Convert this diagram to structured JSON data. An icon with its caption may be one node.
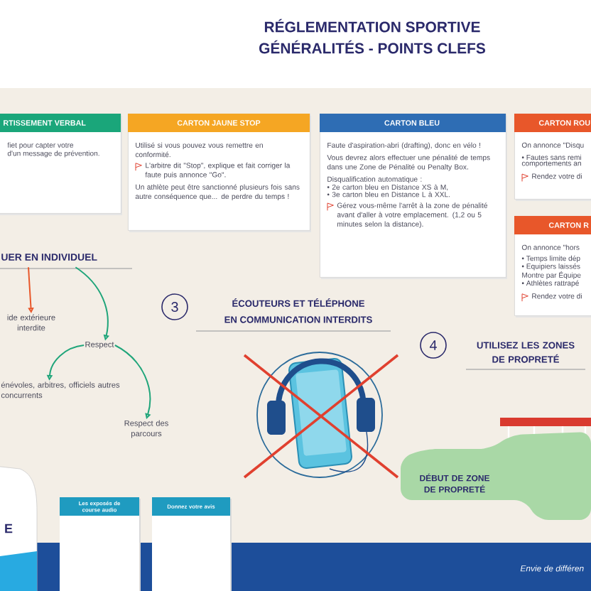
{
  "diagram": {
    "nodes": [
      {
        "text": [
          "RTISSEMENT VERBAL",
          "fiet pour capter votre",
          "d'un message de prévention."
        ]
      },
      {
        "text": [
          "CARTON JAUNE STOP",
          "Utilisé si vous pouvez vous remettre en conformité.",
          "L'arbitre dit \"Stop\", explique et fait corriger la faute puis annonce \"Go\".",
          "Un athlète peut être sanctionné plusieurs fois sans autre conséquence que... de perdre du temps !"
        ]
      },
      {
        "text": [
          "CARTON BLEU",
          "Faute d'aspiration-abri (drafting), donc en vélo !",
          "Vous devrez alors effectuer une pénalité de temps dans une Zone de Pénalité ou Penalty Box.",
          "Disqualification automatique :",
          "• 2e carton bleu en Distance XS à M,",
          "• 3e carton bleu en Distance L à XXL.",
          "Gérez vous-même l'arrêt à la zone de pénalité avant d'aller à votre emplacement. (1,2 ou 5 minutes selon la distance)."
        ]
      },
      {
        "text": [
          "CARTON ROU",
          "On annonce \"Disqu",
          "• Fautes sans remi",
          "comportements an",
          "Rendez votre di"
        ]
      },
      {
        "text": [
          "CARTON R",
          "On annonce \"hors",
          "• Temps limite dép",
          "• Equipiers laissés",
          "Montre par Équipe",
          "• Athlètes rattrapé",
          "Rendez votre di"
        ]
      },
      {
        "text": [
          "UER EN INDIVIDUEL"
        ]
      },
      {
        "text": [
          "ide extérieure interdite"
        ]
      },
      {
        "text": [
          "Respect"
        ]
      },
      {
        "text": [
          "énévoles, arbitres, officiels autres concurrents"
        ]
      },
      {
        "text": [
          "Respect des parcours"
        ]
      },
      {
        "text": [
          "DÉBUT DE ZONE DE PROPRETÉ"
        ]
      },
      {
        "text": [
          "Les exposés de course audio"
        ]
      },
      {
        "text": [
          "Donnez votre avis"
        ]
      }
    ],
    "edges": [
      {
        "from": 5,
        "to": 6,
        "arrow": "to",
        "color": "#e8572a"
      },
      {
        "from": 5,
        "to": 7,
        "arrow": "to"
      },
      {
        "from": 7,
        "to": 8,
        "arrow": "to"
      },
      {
        "from": 7,
        "to": 9,
        "arrow": "to"
      }
    ],
    "labels": [
      "RÉGLEMENTATION SPORTIVE",
      "GÉNÉRALITÉS - POINTS CLEFS",
      "3",
      "ÉCOUTEURS ET TÉLÉPHONE",
      "EN COMMUNICATION INTERDITS",
      "4",
      "UTILISEZ LES ZONES DE PROPRETÉ",
      "E",
      "Envie de différen"
    ]
  }
}
